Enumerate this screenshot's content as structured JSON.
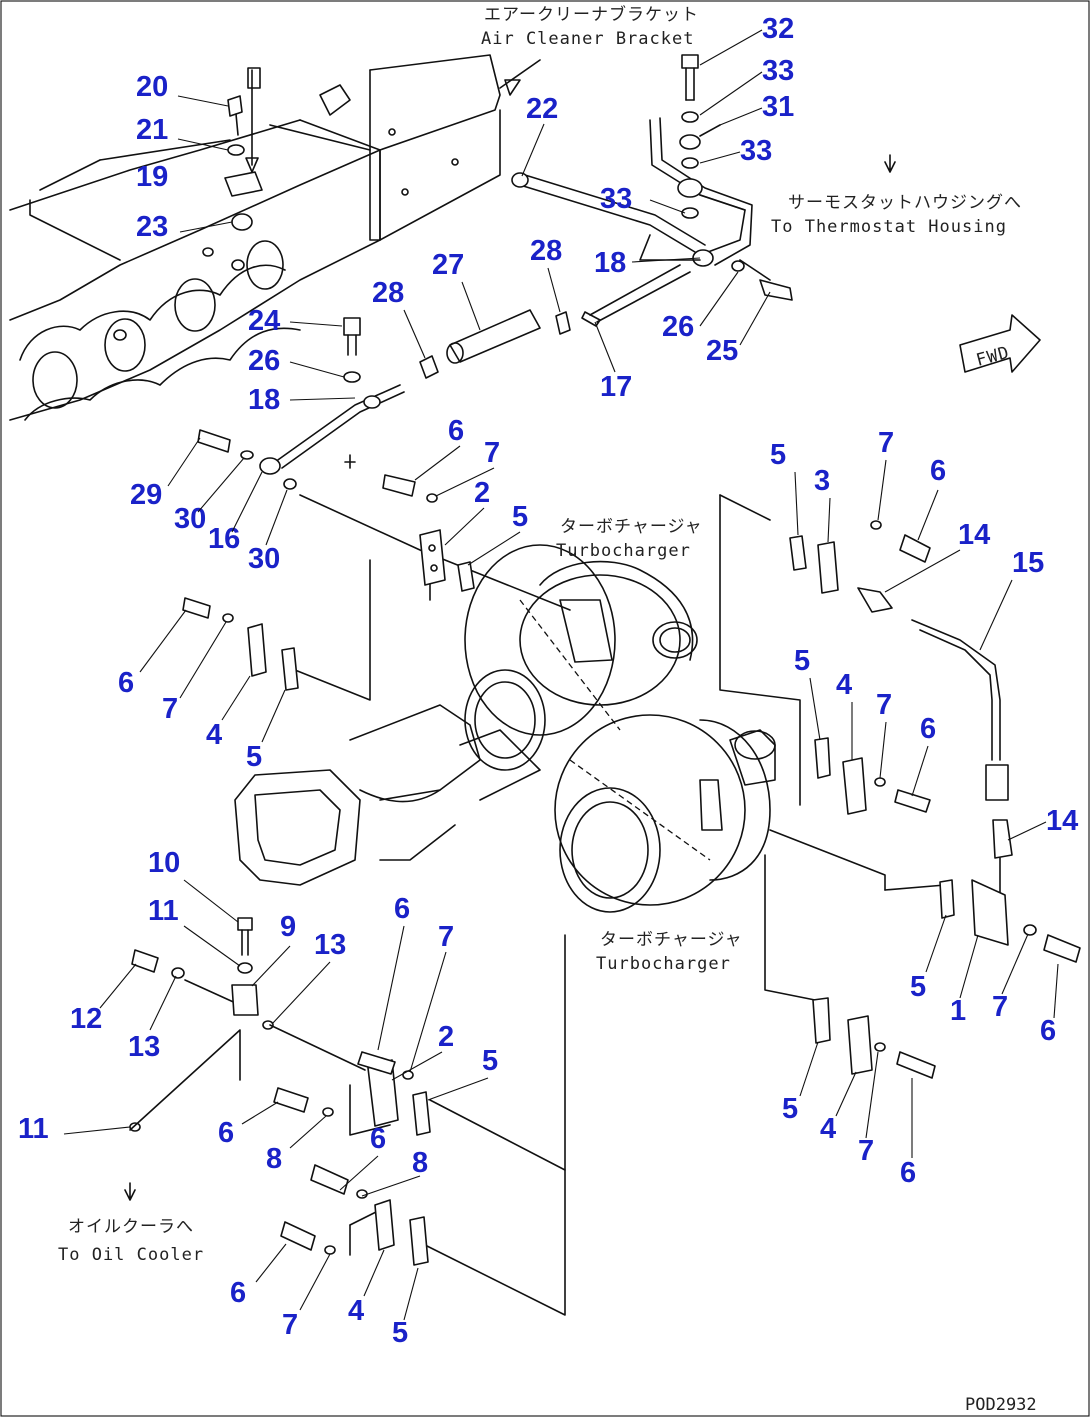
{
  "diagram_code": "POD2932",
  "annotations": {
    "air_cleaner_bracket_jp": "エアークリーナブラケット",
    "air_cleaner_bracket_en": "Air Cleaner Bracket",
    "thermostat_jp": "サーモスタットハウジングへ",
    "thermostat_en": "To Thermostat Housing",
    "turbo_upper_jp": "ターボチャージャ",
    "turbo_upper_en": "Turbocharger",
    "turbo_lower_jp": "ターボチャージャ",
    "turbo_lower_en": "Turbocharger",
    "oil_cooler_jp": "オイルクーラへ",
    "oil_cooler_en": "To Oil Cooler",
    "fwd": "FWD"
  },
  "callouts": [
    {
      "id": "c32",
      "label": "32"
    },
    {
      "id": "c33a",
      "label": "33"
    },
    {
      "id": "c31",
      "label": "31"
    },
    {
      "id": "c33b",
      "label": "33"
    },
    {
      "id": "c33c",
      "label": "33"
    },
    {
      "id": "c18a",
      "label": "18"
    },
    {
      "id": "c26a",
      "label": "26"
    },
    {
      "id": "c25",
      "label": "25"
    },
    {
      "id": "c20",
      "label": "20"
    },
    {
      "id": "c21",
      "label": "21"
    },
    {
      "id": "c19",
      "label": "19"
    },
    {
      "id": "c23",
      "label": "23"
    },
    {
      "id": "c22",
      "label": "22"
    },
    {
      "id": "c28a",
      "label": "28"
    },
    {
      "id": "c27",
      "label": "27"
    },
    {
      "id": "c28b",
      "label": "28"
    },
    {
      "id": "c17",
      "label": "17"
    },
    {
      "id": "c24",
      "label": "24"
    },
    {
      "id": "c26b",
      "label": "26"
    },
    {
      "id": "c18b",
      "label": "18"
    },
    {
      "id": "c29",
      "label": "29"
    },
    {
      "id": "c30a",
      "label": "30"
    },
    {
      "id": "c16",
      "label": "16"
    },
    {
      "id": "c30b",
      "label": "30"
    },
    {
      "id": "c6a",
      "label": "6"
    },
    {
      "id": "c7a",
      "label": "7"
    },
    {
      "id": "c2a",
      "label": "2"
    },
    {
      "id": "c5a",
      "label": "5"
    },
    {
      "id": "c5b",
      "label": "5"
    },
    {
      "id": "c3",
      "label": "3"
    },
    {
      "id": "c7b",
      "label": "7"
    },
    {
      "id": "c6b",
      "label": "6"
    },
    {
      "id": "c14a",
      "label": "14"
    },
    {
      "id": "c15",
      "label": "15"
    },
    {
      "id": "c6c",
      "label": "6"
    },
    {
      "id": "c7c",
      "label": "7"
    },
    {
      "id": "c4a",
      "label": "4"
    },
    {
      "id": "c5c",
      "label": "5"
    },
    {
      "id": "c5d",
      "label": "5"
    },
    {
      "id": "c4b",
      "label": "4"
    },
    {
      "id": "c7d",
      "label": "7"
    },
    {
      "id": "c6d",
      "label": "6"
    },
    {
      "id": "c14b",
      "label": "14"
    },
    {
      "id": "c10",
      "label": "10"
    },
    {
      "id": "c11a",
      "label": "11"
    },
    {
      "id": "c9",
      "label": "9"
    },
    {
      "id": "c13a",
      "label": "13"
    },
    {
      "id": "c12",
      "label": "12"
    },
    {
      "id": "c13b",
      "label": "13"
    },
    {
      "id": "c6e",
      "label": "6"
    },
    {
      "id": "c7e",
      "label": "7"
    },
    {
      "id": "c2b",
      "label": "2"
    },
    {
      "id": "c5e",
      "label": "5"
    },
    {
      "id": "c5f",
      "label": "5"
    },
    {
      "id": "c1",
      "label": "1"
    },
    {
      "id": "c7f",
      "label": "7"
    },
    {
      "id": "c6f",
      "label": "6"
    },
    {
      "id": "c11b",
      "label": "11"
    },
    {
      "id": "c6g",
      "label": "6"
    },
    {
      "id": "c8a",
      "label": "8"
    },
    {
      "id": "c6h",
      "label": "6"
    },
    {
      "id": "c8b",
      "label": "8"
    },
    {
      "id": "c5g",
      "label": "5"
    },
    {
      "id": "c4c",
      "label": "4"
    },
    {
      "id": "c7g",
      "label": "7"
    },
    {
      "id": "c6i",
      "label": "6"
    },
    {
      "id": "c6j",
      "label": "6"
    },
    {
      "id": "c4d",
      "label": "4"
    },
    {
      "id": "c7h",
      "label": "7"
    },
    {
      "id": "c5h",
      "label": "5"
    }
  ]
}
